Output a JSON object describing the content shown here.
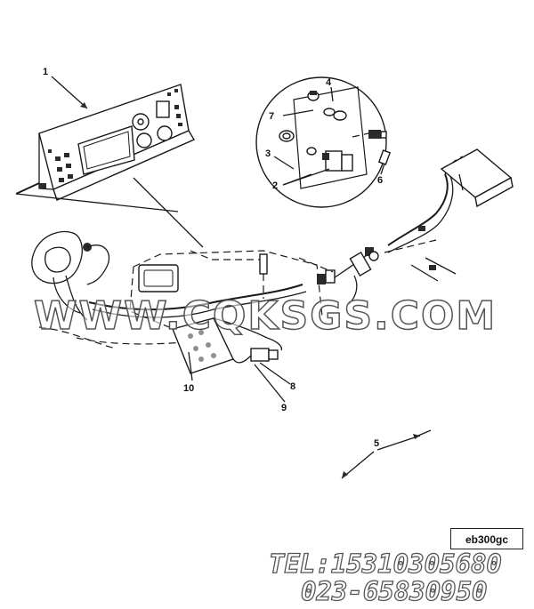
{
  "diagram": {
    "callouts": [
      {
        "id": "1",
        "label": "1"
      },
      {
        "id": "2",
        "label": "2"
      },
      {
        "id": "3",
        "label": "3"
      },
      {
        "id": "4",
        "label": "4"
      },
      {
        "id": "5",
        "label": "5"
      },
      {
        "id": "6",
        "label": "6"
      },
      {
        "id": "7",
        "label": "7"
      },
      {
        "id": "8",
        "label": "8"
      },
      {
        "id": "9",
        "label": "9"
      },
      {
        "id": "10",
        "label": "10"
      }
    ],
    "drawing_code": "eb300gc"
  },
  "watermark": {
    "text": "WWW.CQKSGS.COM",
    "tel": "TEL:15310305680",
    "phone": "023-65830950"
  }
}
